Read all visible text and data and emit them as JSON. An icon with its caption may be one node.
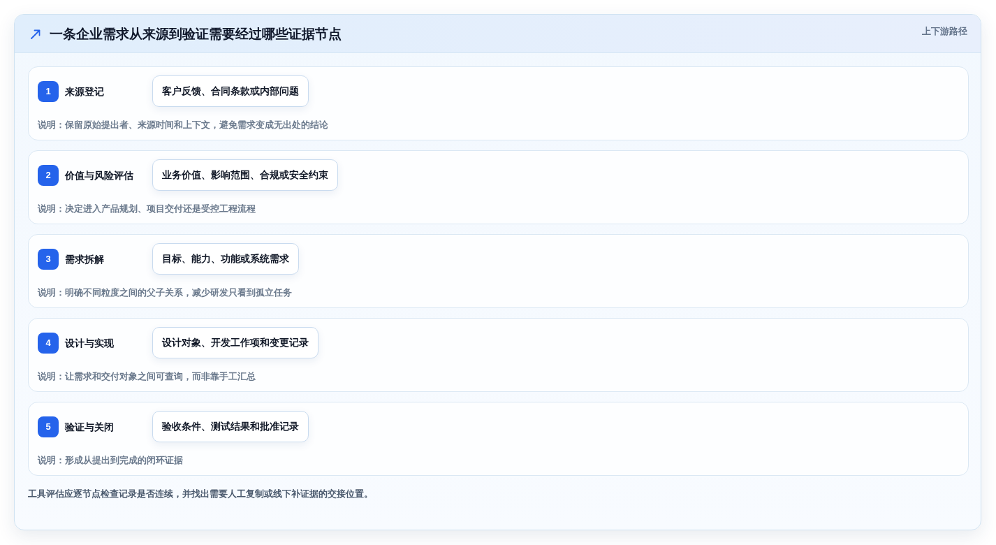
{
  "diagram": {
    "title": "一条企业需求从来源到验证需要经过哪些证据节点",
    "caption": "工具评估应逐节点检查记录是否连续，并找出需要人工复制或线下补证据的交接位置。",
    "nodes": [
      {
        "text": [
          "来源登记",
          "说明：保留原始提出者、来源时间和上下文，避免需求变成无出处的结论"
        ]
      },
      {
        "text": [
          "1"
        ],
        "in": 0
      },
      {
        "text": [
          "客户反馈、合同条款或内部问题"
        ],
        "in": 0
      },
      {
        "text": [
          "价值与风险评估",
          "说明：决定进入产品规划、项目交付还是受控工程流程"
        ]
      },
      {
        "text": [
          "2"
        ],
        "in": 3
      },
      {
        "text": [
          "业务价值、影响范围、合规或安全约束"
        ],
        "in": 3
      },
      {
        "text": [
          "需求拆解",
          "说明：明确不同粒度之间的父子关系，减少研发只看到孤立任务"
        ]
      },
      {
        "text": [
          "3"
        ],
        "in": 6
      },
      {
        "text": [
          "目标、能力、功能或系统需求"
        ],
        "in": 6
      },
      {
        "text": [
          "设计与实现",
          "说明：让需求和交付对象之间可查询，而非靠手工汇总"
        ]
      },
      {
        "text": [
          "4"
        ],
        "in": 9
      },
      {
        "text": [
          "设计对象、开发工作项和变更记录"
        ],
        "in": 9
      },
      {
        "text": [
          "验证与关闭",
          "说明：形成从提出到完成的闭环证据"
        ]
      },
      {
        "text": [
          "5"
        ],
        "in": 12
      },
      {
        "text": [
          "验收条件、测试结果和批准记录"
        ],
        "in": 12
      }
    ],
    "labels": [
      "上下游路径"
    ]
  }
}
